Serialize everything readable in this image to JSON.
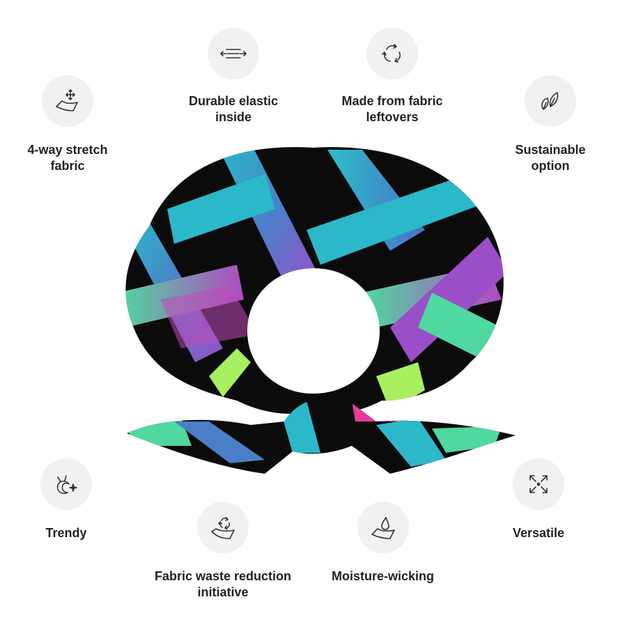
{
  "features": {
    "stretch": {
      "label": "4-way stretch\nfabric",
      "icon": "fabric-stretch-icon"
    },
    "elastic": {
      "label": "Durable elastic\ninside",
      "icon": "elastic-arrows-icon"
    },
    "leftovers": {
      "label": "Made from fabric\nleftovers",
      "icon": "recycle-arrows-icon"
    },
    "sustainable": {
      "label": "Sustainable\noption",
      "icon": "leaves-icon"
    },
    "trendy": {
      "label": "Trendy",
      "icon": "cat-moon-sparkle-icon"
    },
    "waste": {
      "label": "Fabric waste reduction\ninitiative",
      "icon": "fabric-recycle-icon"
    },
    "moisture": {
      "label": "Moisture-wicking",
      "icon": "water-drop-fabric-icon"
    },
    "versatile": {
      "label": "Versatile",
      "icon": "expand-arrows-icon"
    }
  },
  "product": {
    "name_icon": "scrunchie-image"
  },
  "colors": {
    "icon_bg": "#f1f1f1",
    "text": "#222222",
    "fabric_base": "#0b0b0c",
    "stripe_blue": "#4a7fc8",
    "stripe_teal": "#2bb8c8",
    "stripe_green": "#4fd8a0",
    "stripe_purple": "#9a4fc8",
    "stripe_lime": "#a8f060",
    "stripe_pink": "#e83a9a"
  }
}
